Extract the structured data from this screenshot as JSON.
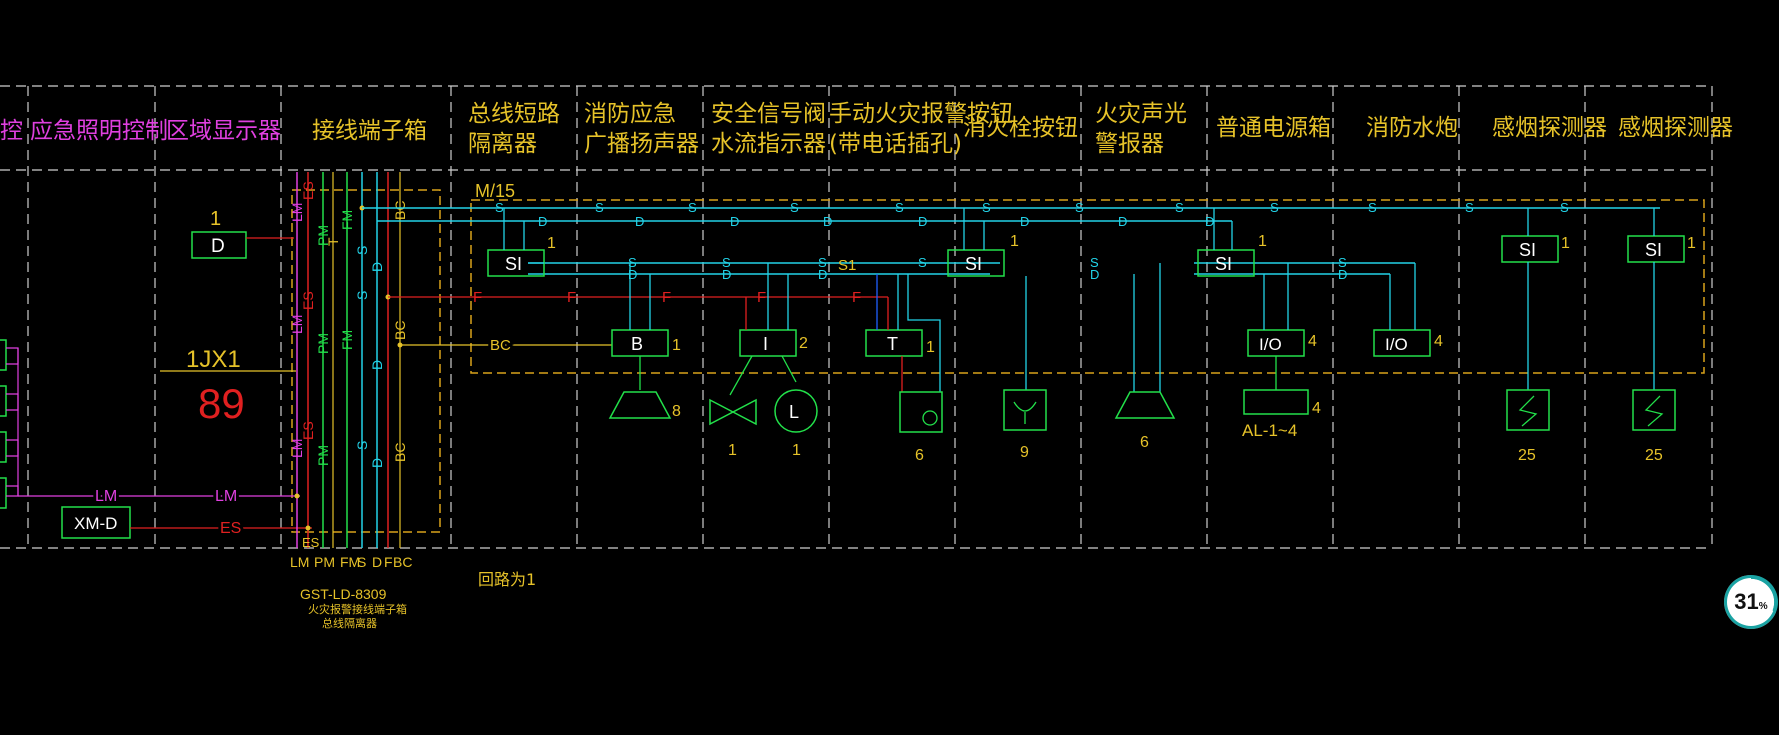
{
  "colors": {
    "background": "#000000",
    "grid": "#cfcfcf",
    "bus": "#22d3e8",
    "module": "#22e04a",
    "label": "#e6c229",
    "magenta": "#e040e0",
    "red": "#e02020",
    "dashed": "#d9a21a",
    "yellow": "#e0d020"
  },
  "headers": [
    {
      "text": "控",
      "color": "magenta"
    },
    {
      "text": "应急照明控制",
      "color": "magenta"
    },
    {
      "text": "区域显示器",
      "color": "magenta"
    },
    {
      "text": "接线端子箱",
      "color": "label"
    },
    {
      "text": [
        "总线短路",
        "隔离器"
      ],
      "color": "label"
    },
    {
      "text": [
        "消防应急",
        "广播扬声器"
      ],
      "color": "label"
    },
    {
      "text": [
        "安全信号阀",
        "水流指示器"
      ],
      "color": "label"
    },
    {
      "text": [
        "手动火灾报警按钮",
        "(带电话插孔)"
      ],
      "color": "label"
    },
    {
      "text": "消火栓按钮",
      "color": "label"
    },
    {
      "text": [
        "火灾声光",
        "警报器"
      ],
      "color": "label"
    },
    {
      "text": "普通电源箱",
      "color": "label"
    },
    {
      "text": "消防水炮",
      "color": "label"
    },
    {
      "text": "感烟探测器",
      "color": "label"
    },
    {
      "text": "感烟探测器",
      "color": "label"
    }
  ],
  "left": {
    "display_count": "1",
    "display_box": "D",
    "cable_label": "1JX1",
    "big_number": "89",
    "lm_label_1": "LM",
    "lm_label_2": "LM",
    "es_label": "ES",
    "xm_box": "XM-D"
  },
  "terminal": {
    "vertical_labels_top": [
      "LM",
      "PM",
      "ES",
      "T",
      "FM",
      "S",
      "D",
      "BC"
    ],
    "vertical_labels_mid": [
      "LM",
      "PM",
      "ES",
      "FM",
      "S",
      "D",
      "BC"
    ],
    "vertical_labels_low": [
      "LM",
      "PM",
      "ES",
      "S",
      "D",
      "BC"
    ],
    "bottom_labels": [
      "LM",
      "PM",
      "FM",
      "S",
      "D",
      "F",
      "BC"
    ],
    "es_label": "ES",
    "model": "GST-LD-8309",
    "model_note_1": "火灾报警接线端子箱",
    "model_note_2": "总线隔离器"
  },
  "bus": {
    "loop_label": "M/15",
    "f_label": "F",
    "bc_label": "BC",
    "s1_label": "S1",
    "s_mark": "S",
    "d_mark": "D"
  },
  "modules": [
    {
      "box": "SI",
      "qty": "1"
    },
    {
      "box": "B",
      "qty": "1"
    },
    {
      "box": "I",
      "qty": "2"
    },
    {
      "box": "T",
      "qty": "1"
    },
    {
      "box": "SI",
      "qty": "1"
    },
    {
      "box": "SI",
      "qty": "1"
    },
    {
      "box": "I/O",
      "qty": "4"
    },
    {
      "box": "I/O",
      "qty": "4"
    },
    {
      "box": "SI",
      "qty": "1"
    },
    {
      "box": "SI",
      "qty": "1"
    }
  ],
  "devices": {
    "speaker_qty": "8",
    "valve_qty": "1",
    "flow_symbol": "L",
    "flow_qty": "1",
    "phone_qty": "6",
    "hydrant_qty": "9",
    "alarm_qty": "6",
    "power_box_qty": "4",
    "power_box_label": "AL-1~4",
    "smoke1_qty": "25",
    "smoke2_qty": "25"
  },
  "note": "回路为1",
  "progress_badge": {
    "value": "31",
    "unit": "%",
    "percent": 31
  }
}
